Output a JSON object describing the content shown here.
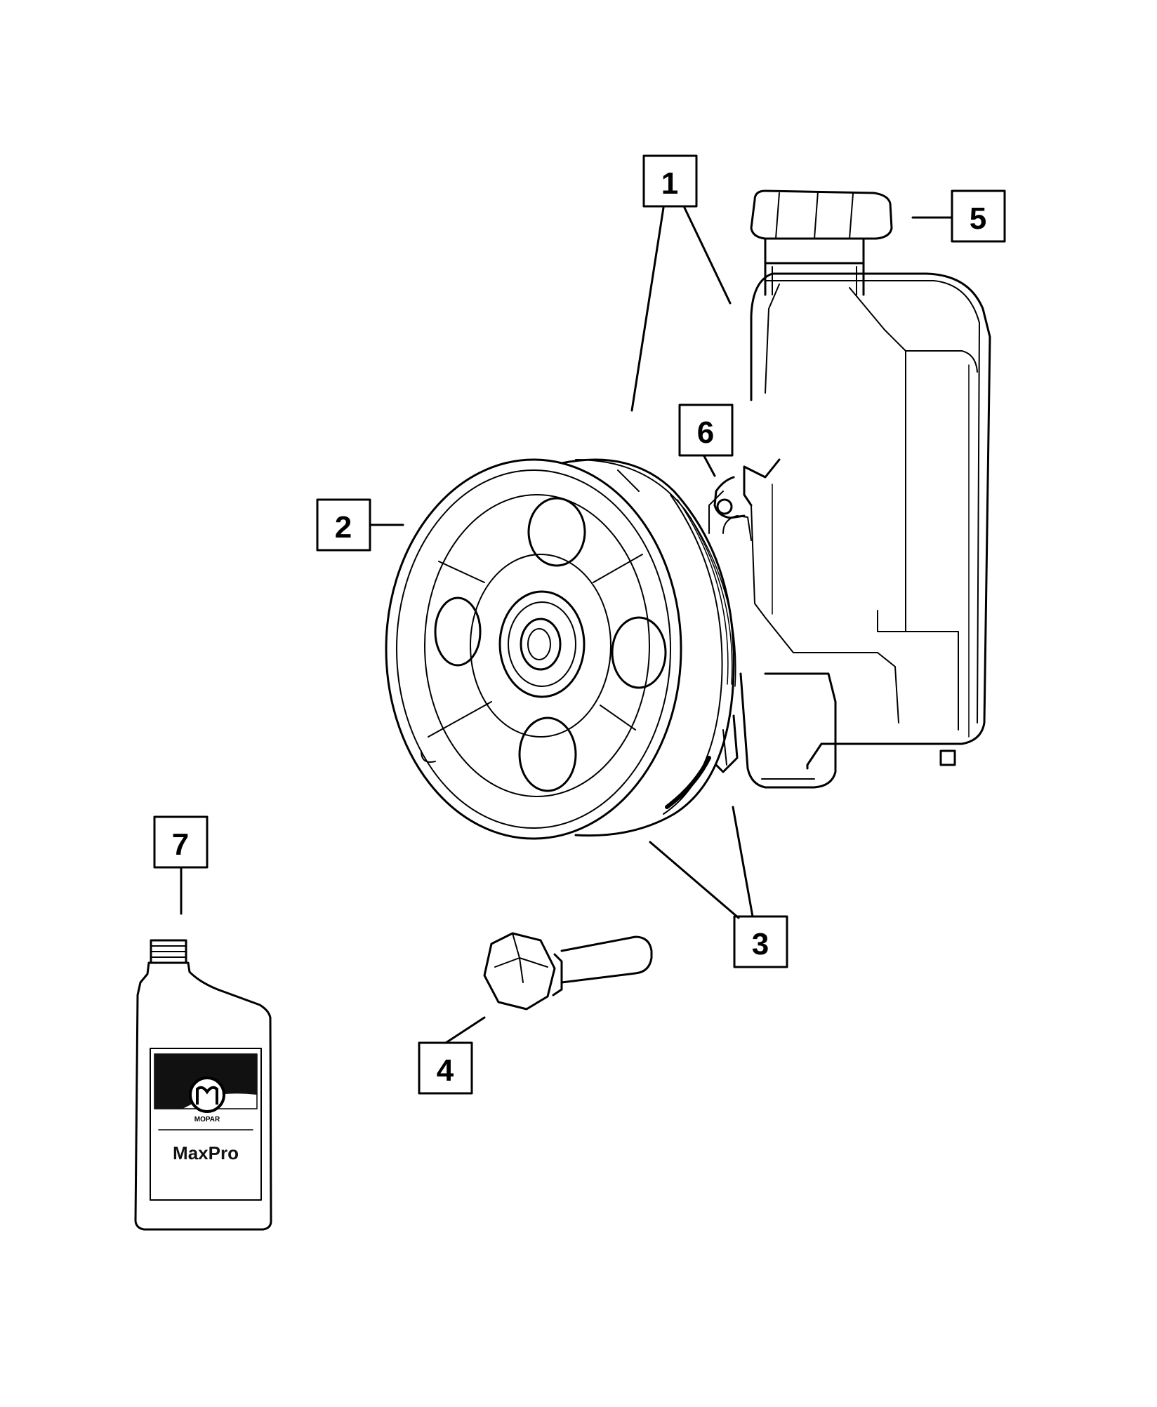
{
  "diagram": {
    "colors": {
      "line": "#000000",
      "background": "#ffffff",
      "label_dark": "#111111"
    },
    "callouts": [
      {
        "id": "callout-1",
        "label": "1"
      },
      {
        "id": "callout-2",
        "label": "2"
      },
      {
        "id": "callout-3",
        "label": "3"
      },
      {
        "id": "callout-4",
        "label": "4"
      },
      {
        "id": "callout-5",
        "label": "5"
      },
      {
        "id": "callout-6",
        "label": "6"
      },
      {
        "id": "callout-7",
        "label": "7"
      }
    ],
    "bottle": {
      "brand_name": "MOPAR",
      "product_name": "MaxPro"
    }
  }
}
